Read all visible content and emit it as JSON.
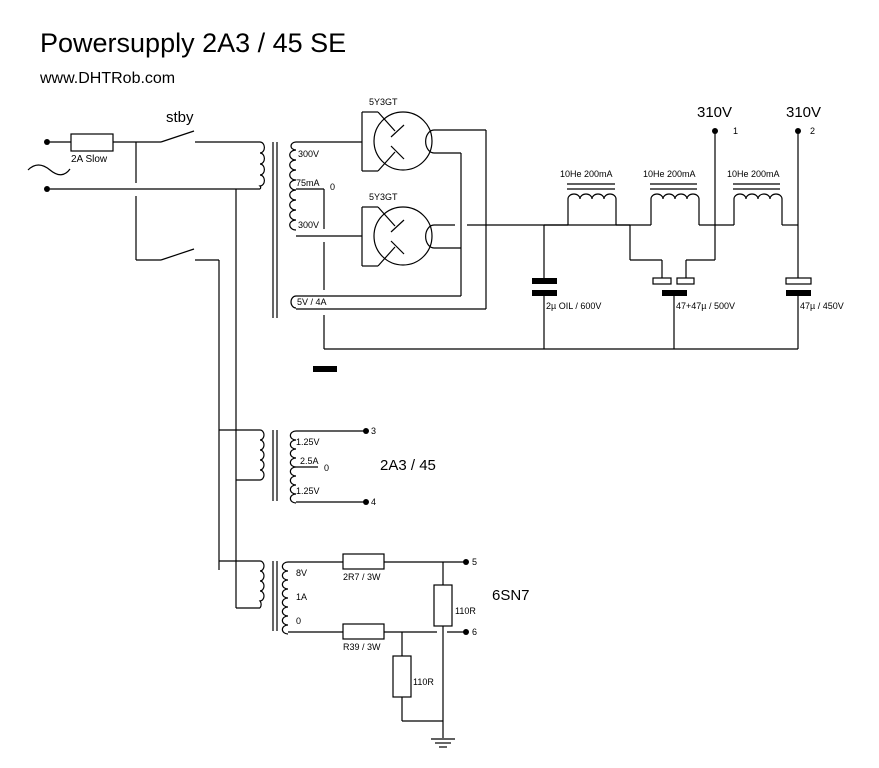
{
  "title": "Powersupply 2A3 / 45 SE",
  "website": "www.DHTRob.com",
  "mains": {
    "fuse_label": "2A Slow",
    "standby_label": "stby",
    "ac_symbol": "~"
  },
  "power_transformer": {
    "secondary_top": "300V",
    "secondary_current": "75mA",
    "center_tap": "0",
    "secondary_bottom": "300V",
    "heater_winding": "5V / 4A"
  },
  "rectifiers": [
    {
      "label": "5Y3GT"
    },
    {
      "label": "5Y3GT"
    }
  ],
  "chokes": [
    {
      "label": "10He 200mA"
    },
    {
      "label": "10He 200mA"
    },
    {
      "label": "10He 200mA"
    }
  ],
  "capacitors": [
    {
      "label": "2µ OIL / 600V"
    },
    {
      "label": "47+47µ / 500V"
    },
    {
      "label": "47µ / 450V"
    }
  ],
  "outputs": [
    {
      "voltage": "310V",
      "terminal": "1"
    },
    {
      "voltage": "310V",
      "terminal": "2"
    }
  ],
  "filament_2a3": {
    "tube_label": "2A3 / 45",
    "winding_top": "1.25V",
    "current": "2.5A",
    "center_tap": "0",
    "winding_bottom": "1.25V",
    "terminal_top": "3",
    "terminal_bottom": "4"
  },
  "filament_6sn7": {
    "tube_label": "6SN7",
    "winding_voltage": "8V",
    "current": "1A",
    "zero": "0",
    "resistor_top": "2R7 / 3W",
    "resistor_bottom": "R39 / 3W",
    "divider_upper": "110R",
    "divider_lower": "110R",
    "terminal_top": "5",
    "terminal_bottom": "6"
  }
}
